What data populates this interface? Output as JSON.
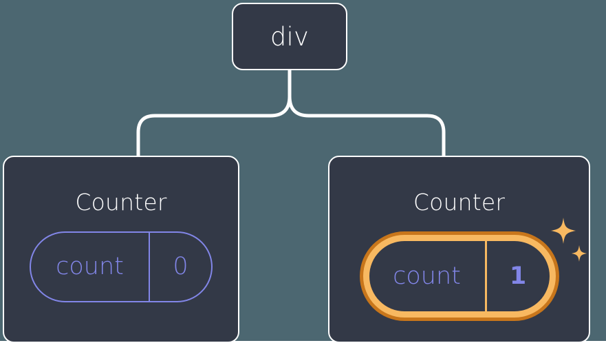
{
  "diagram": {
    "type": "component-tree",
    "title_text": "React component tree with highlighted state update",
    "background_color": "#4C6771",
    "node_fill_color": "#333947",
    "node_border_color": "#FFFFFF",
    "connector_color": "#FFFFFF",
    "state_accent_color": "#8286E8",
    "highlight_outer_color": "#C8761B",
    "highlight_inner_color": "#F8B961"
  },
  "root": {
    "label": "div"
  },
  "children": [
    {
      "title": "Counter",
      "state": {
        "key": "count",
        "value": "0",
        "highlighted": false
      }
    },
    {
      "title": "Counter",
      "state": {
        "key": "count",
        "value": "1",
        "highlighted": true
      },
      "sparkle_icon": "sparkles-icon"
    }
  ]
}
